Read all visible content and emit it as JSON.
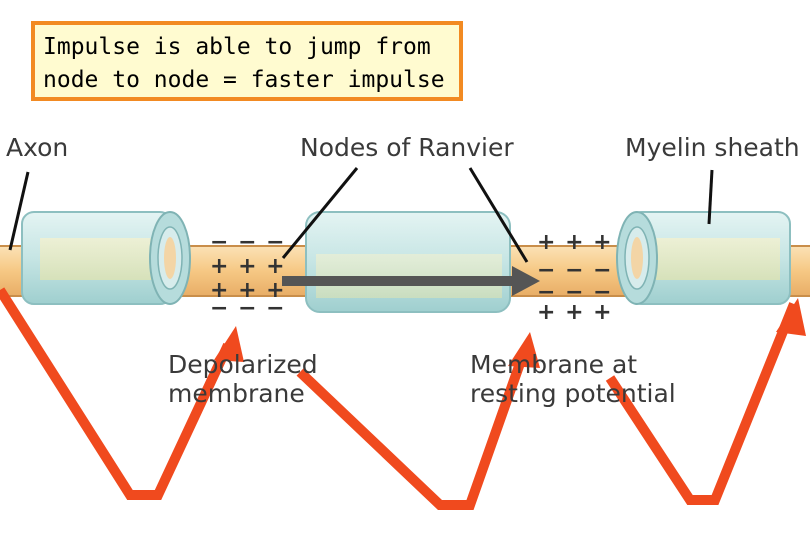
{
  "callout": {
    "line1": "Impulse is able to jump from",
    "line2": "node to node = faster impulse"
  },
  "labels": {
    "axon": "Axon",
    "nodes": "Nodes of Ranvier",
    "myelin": "Myelin sheath",
    "depolarized_line1": "Depolarized",
    "depolarized_line2": "membrane",
    "resting_line1": "Membrane at",
    "resting_line2": "resting potential"
  },
  "charges": {
    "depol_top": "− − −",
    "depol_in1": "+ + +",
    "depol_in2": "+ + +",
    "depol_bottom": "− − −",
    "rest_top": "+ + +",
    "rest_in1": "− − −",
    "rest_in2": "− − −",
    "rest_bottom": "+ + +"
  },
  "colors": {
    "axon": "#f6c884",
    "myelin": "#c9e7e6",
    "arrow": "#555555",
    "jump": "#f04a1e",
    "callout_border": "#f28a22",
    "callout_bg": "#fffbd0"
  }
}
